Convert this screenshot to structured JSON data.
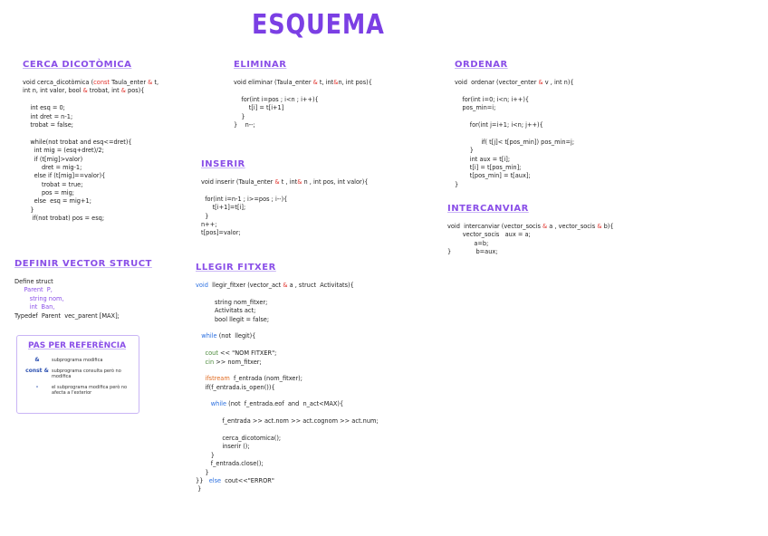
{
  "title": "ESQUEMA",
  "colors": {
    "title": "#7b3fe4",
    "heading": "#8a4fe8",
    "red": "#e0302a",
    "blue": "#2a6fe0",
    "green": "#4a8a3a",
    "orange": "#e06a20",
    "ink": "#222222"
  },
  "sections": [
    {
      "id": "cerca",
      "heading": "CERCA DICOTÒMICA",
      "lines": [
        [
          [
            "void cerca_dicotòmica ("
          ],
          [
            "const",
            "red"
          ],
          [
            " Taula_enter "
          ],
          [
            "&",
            "red"
          ],
          [
            " t,"
          ]
        ],
        [
          [
            "int n, int valor, bool "
          ],
          [
            "&",
            "red"
          ],
          [
            " trobat, int "
          ],
          [
            "&",
            "red"
          ],
          [
            " pos){"
          ]
        ],
        [
          [
            ""
          ]
        ],
        [
          [
            "    int esq = 0;"
          ]
        ],
        [
          [
            "    int dret = n-1;"
          ]
        ],
        [
          [
            "    trobat = false;"
          ]
        ],
        [
          [
            ""
          ]
        ],
        [
          [
            "    while(not trobat and esq<=dret){"
          ]
        ],
        [
          [
            "      int mig = (esq+dret)/2;"
          ]
        ],
        [
          [
            "      if (t[mig]>valor)"
          ]
        ],
        [
          [
            "          dret = mig-1;"
          ]
        ],
        [
          [
            "      else if (t[mig]==valor){"
          ]
        ],
        [
          [
            "          trobat = true;"
          ]
        ],
        [
          [
            "          pos = mig;"
          ]
        ],
        [
          [
            "      else  esq = mig+1;"
          ]
        ],
        [
          [
            "    }"
          ]
        ],
        [
          [
            "     if(not trobat) pos = esq;"
          ]
        ]
      ]
    },
    {
      "id": "eliminar",
      "heading": "ELIMINAR",
      "lines": [
        [
          [
            "void eliminar (Taula_enter "
          ],
          [
            "&",
            "red"
          ],
          [
            " t, int"
          ],
          [
            "&",
            "red"
          ],
          [
            "n, int pos){"
          ]
        ],
        [
          [
            ""
          ]
        ],
        [
          [
            "    for(int i=pos ; i<n ; i++){"
          ]
        ],
        [
          [
            "        t[i] = t[i+1]"
          ]
        ],
        [
          [
            "    }"
          ]
        ],
        [
          [
            "}    n--;"
          ]
        ]
      ]
    },
    {
      "id": "inserir",
      "heading": "INSERIR",
      "lines": [
        [
          [
            "void inserir (Taula_enter "
          ],
          [
            "&",
            "red"
          ],
          [
            " t , int"
          ],
          [
            "&",
            "red"
          ],
          [
            " n , int pos, int valor){"
          ]
        ],
        [
          [
            ""
          ]
        ],
        [
          [
            "  for(int i=n-1 ; i>=pos ; i--){"
          ]
        ],
        [
          [
            "      t[i+1]=t[i];"
          ]
        ],
        [
          [
            "  }"
          ]
        ],
        [
          [
            "n++;"
          ]
        ],
        [
          [
            "t[pos]=valor;"
          ]
        ]
      ]
    },
    {
      "id": "llegir",
      "heading": "LLEGIR FITXER",
      "lines": [
        [
          [
            "void",
            "blue"
          ],
          [
            "  llegir_fitxer (vector_act "
          ],
          [
            "&",
            "red"
          ],
          [
            " a , struct  Activitats){"
          ]
        ],
        [
          [
            ""
          ]
        ],
        [
          [
            "          string nom_fitxer;"
          ]
        ],
        [
          [
            "          Activitats act;"
          ]
        ],
        [
          [
            "          bool llegit = false;"
          ]
        ],
        [
          [
            ""
          ]
        ],
        [
          [
            "   "
          ],
          [
            "while",
            "blue"
          ],
          [
            " (not  llegit){"
          ]
        ],
        [
          [
            ""
          ]
        ],
        [
          [
            "     "
          ],
          [
            "cout",
            "green"
          ],
          [
            " << \"NOM FITXER\";"
          ]
        ],
        [
          [
            "     "
          ],
          [
            "cin",
            "green"
          ],
          [
            " >> nom_fitxer;"
          ]
        ],
        [
          [
            ""
          ]
        ],
        [
          [
            "     "
          ],
          [
            "ifstream",
            "orange"
          ],
          [
            "  f_entrada (nom_fitxer);"
          ]
        ],
        [
          [
            "     if(f_entrada.is_open()){"
          ]
        ],
        [
          [
            ""
          ]
        ],
        [
          [
            "        "
          ],
          [
            "while",
            "blue"
          ],
          [
            " (not  f_entrada.eof  and  n_act<MAX){"
          ]
        ],
        [
          [
            ""
          ]
        ],
        [
          [
            "              f_entrada >> act.nom >> act.cognom >> act.num;"
          ]
        ],
        [
          [
            ""
          ]
        ],
        [
          [
            "              cerca_dicotomica();"
          ]
        ],
        [
          [
            "              inserir ();"
          ]
        ],
        [
          [
            "        }"
          ]
        ],
        [
          [
            "        f_entrada.close();"
          ]
        ],
        [
          [
            "     }"
          ]
        ],
        [
          [
            "}}   "
          ],
          [
            "else",
            "blue"
          ],
          [
            "  cout<<\"ERROR\""
          ]
        ],
        [
          [
            " }"
          ]
        ]
      ]
    },
    {
      "id": "ordenar",
      "heading": "ORDENAR",
      "lines": [
        [
          [
            "void  ordenar (vector_enter "
          ],
          [
            "&",
            "red"
          ],
          [
            " v , int n){"
          ]
        ],
        [
          [
            ""
          ]
        ],
        [
          [
            "    for(int i=0; i<n; i++){"
          ]
        ],
        [
          [
            "    pos_min=i;"
          ]
        ],
        [
          [
            ""
          ]
        ],
        [
          [
            "        for(int j=i+1; i<n; j++){"
          ]
        ],
        [
          [
            ""
          ]
        ],
        [
          [
            "              if( t[j]< t[pos_min]) pos_min=j;"
          ]
        ],
        [
          [
            "        }"
          ]
        ],
        [
          [
            "        int aux = t[i];"
          ]
        ],
        [
          [
            "        t[i] = t[pos_min];"
          ]
        ],
        [
          [
            "        t[pos_min] = t[aux];"
          ]
        ],
        [
          [
            "}"
          ]
        ]
      ]
    },
    {
      "id": "intercanviar",
      "heading": "INTERCANVIAR",
      "lines": [
        [
          [
            "void  intercanviar (vector_socis "
          ],
          [
            "&",
            "red"
          ],
          [
            " a , vector_socis "
          ],
          [
            "&",
            "red"
          ],
          [
            " b){"
          ]
        ],
        [
          [
            "        vector_socis   aux = a;"
          ]
        ],
        [
          [
            "              a=b;"
          ]
        ],
        [
          [
            "}             b=aux;"
          ]
        ]
      ]
    },
    {
      "id": "struct",
      "heading": "DEFINIR VECTOR STRUCT",
      "lines": [
        [
          [
            "Define struct"
          ]
        ],
        [
          [
            "     Parent  P,",
            "heading"
          ]
        ],
        [
          [
            "        string nom,",
            "heading"
          ]
        ],
        [
          [
            "        int  Ban,",
            "heading"
          ]
        ],
        [
          [
            "Typedef  Parent  vec_parent [MAX];"
          ]
        ]
      ]
    }
  ],
  "reference_box": {
    "heading": "PAS PER REFERÈNCIA",
    "rows": [
      {
        "key": "&",
        "desc": "subprograma modifica"
      },
      {
        "key": "const &",
        "desc": "subprograma consulta però no modifica"
      },
      {
        "key": "-",
        "desc": "el subprograma modifica però no afecta a l'exterior"
      }
    ]
  }
}
